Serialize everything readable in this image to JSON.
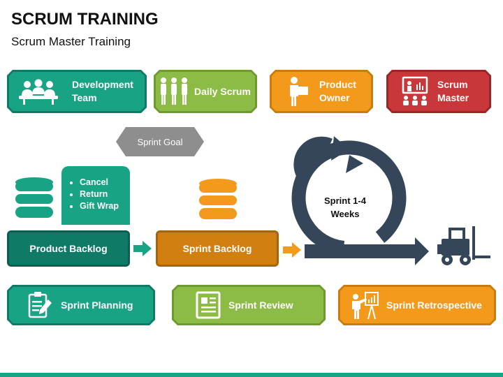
{
  "header": {
    "title": "SCRUM TRAINING",
    "subtitle": "Scrum Master Training"
  },
  "roles": [
    {
      "label_line1": "Development",
      "label_line2": "Team",
      "icon": "team-meeting-icon",
      "color": "#17a384"
    },
    {
      "label_line1": "Daily Scrum",
      "label_line2": "",
      "icon": "people-group-icon",
      "color": "#8cbc45"
    },
    {
      "label_line1": "Product",
      "label_line2": "Owner",
      "icon": "person-with-box-icon",
      "color": "#f39a1d"
    },
    {
      "label_line1": "Scrum",
      "label_line2": "Master",
      "icon": "presenter-board-icon",
      "color": "#c8383a"
    }
  ],
  "sprint_goal": "Sprint Goal",
  "backlog_options": [
    "Cancel",
    "Return",
    "Gift Wrap"
  ],
  "product_backlog": "Product Backlog",
  "sprint_backlog": "Sprint Backlog",
  "sprint_cycle": {
    "line1": "Sprint 1-4",
    "line2": "Weeks"
  },
  "events": [
    {
      "label": "Sprint Planning",
      "icon": "clipboard-pencil-icon",
      "color": "#17a384"
    },
    {
      "label": "Sprint Review",
      "icon": "document-list-icon",
      "color": "#8cbc45"
    },
    {
      "label": "Sprint Retrospective",
      "icon": "presenter-chart-icon",
      "color": "#f39a1d"
    }
  ]
}
